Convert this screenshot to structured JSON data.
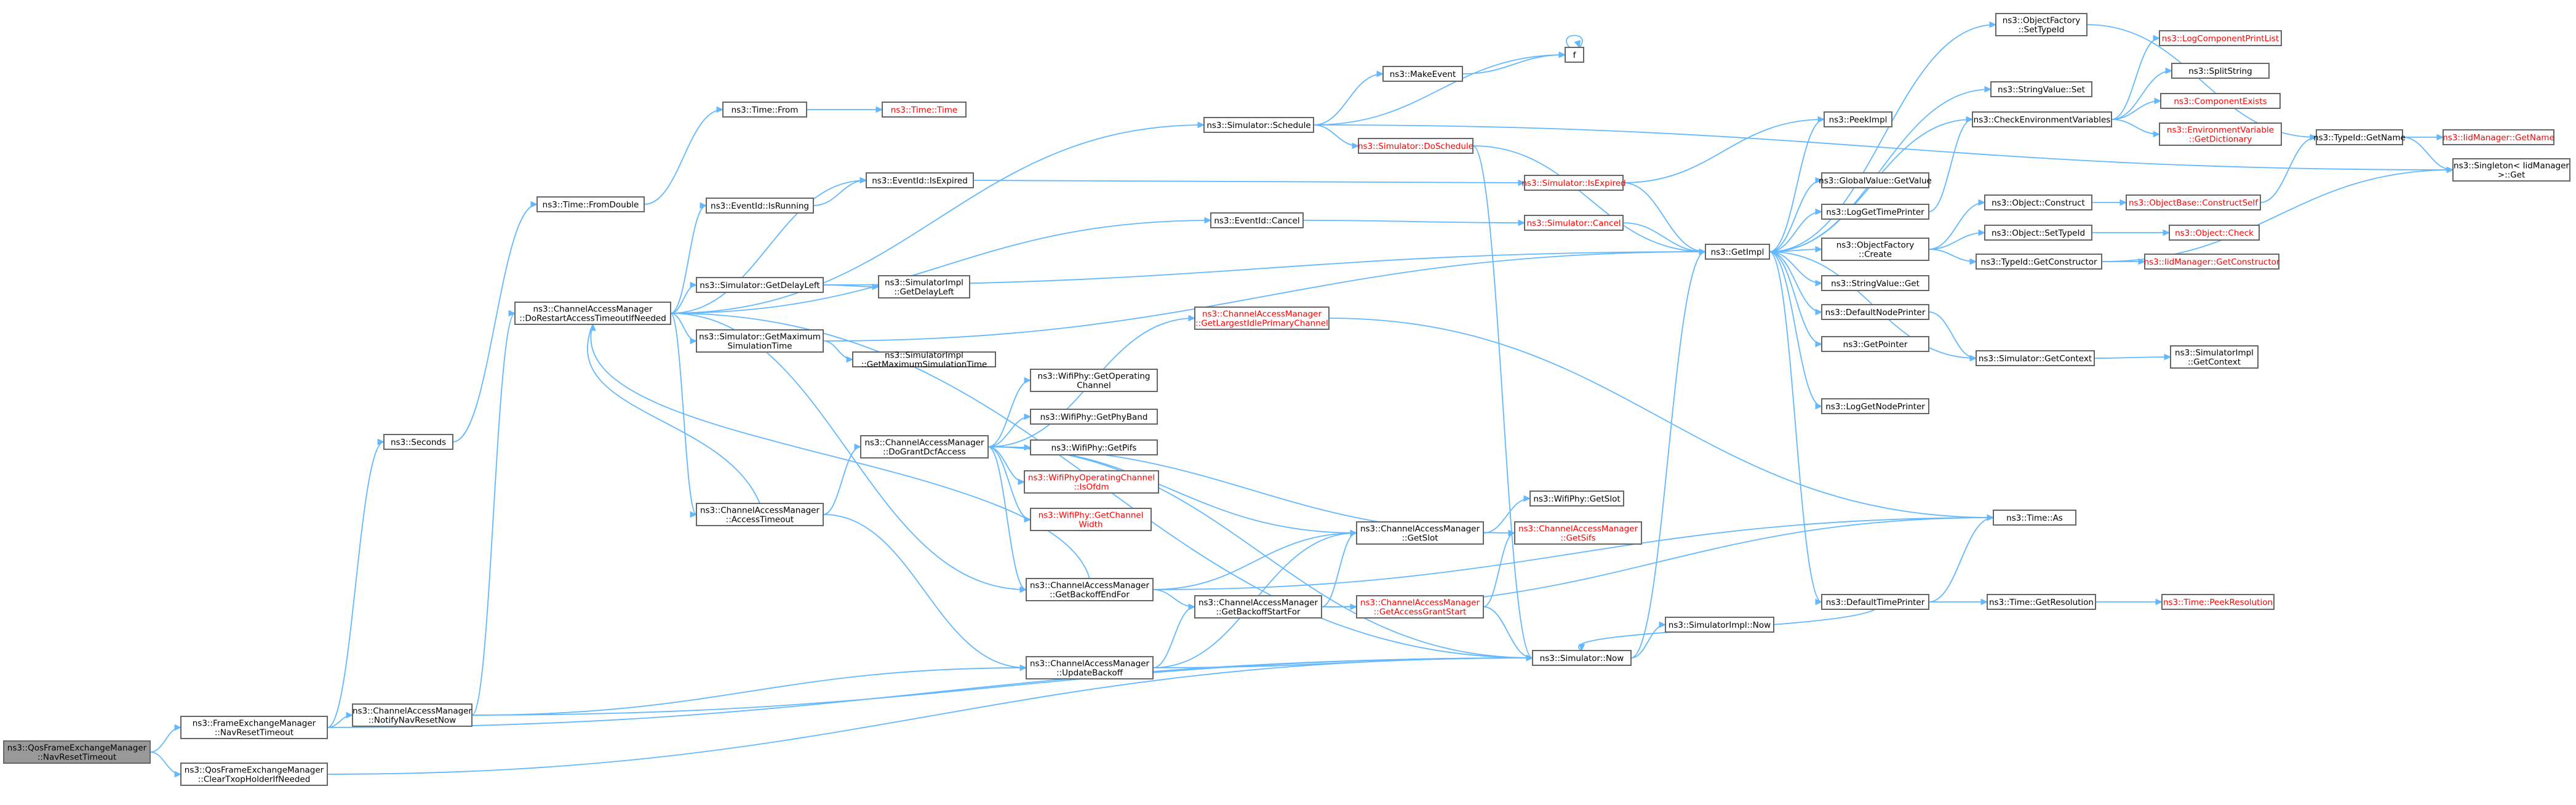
{
  "colors": {
    "background": "#ffffff",
    "node_fill": "#ffffff",
    "node_border": "#666666",
    "root_fill": "#999999",
    "root_border": "#666666",
    "external_border": "#ff0000",
    "text": "#000000",
    "external_text": "#ff0000",
    "edge": "#63B8FF"
  },
  "nodes": {
    "root": {
      "lines": [
        "ns3::QosFrameExchangeManager",
        "::NavResetTimeout"
      ],
      "kind": "root"
    },
    "fem_nav": {
      "lines": [
        "ns3::FrameExchangeManager",
        "::NavResetTimeout"
      ]
    },
    "qfem_clear": {
      "lines": [
        "ns3::QosFrameExchangeManager",
        "::ClearTxopHolderIfNeeded"
      ]
    },
    "seconds": {
      "lines": [
        "ns3::Seconds"
      ]
    },
    "notify_nav": {
      "lines": [
        "ns3::ChannelAccessManager",
        "::NotifyNavResetNow"
      ]
    },
    "fromdouble": {
      "lines": [
        "ns3::Time::FromDouble"
      ]
    },
    "time_from": {
      "lines": [
        "ns3::Time::From"
      ]
    },
    "time_time": {
      "lines": [
        "ns3::Time::Time"
      ],
      "kind": "external"
    },
    "do_restart": {
      "lines": [
        "ns3::ChannelAccessManager",
        "::DoRestartAccessTimeoutIfNeeded"
      ]
    },
    "evt_running": {
      "lines": [
        "ns3::EventId::IsRunning"
      ]
    },
    "evt_expired": {
      "lines": [
        "ns3::EventId::IsExpired"
      ]
    },
    "get_delay": {
      "lines": [
        "ns3::Simulator::GetDelayLeft"
      ]
    },
    "impl_delay": {
      "lines": [
        "ns3::SimulatorImpl",
        "::GetDelayLeft"
      ]
    },
    "get_maxsim": {
      "lines": [
        "ns3::Simulator::GetMaximum",
        "SimulationTime"
      ]
    },
    "impl_maxsim": {
      "lines": [
        "ns3::SimulatorImpl",
        "::GetMaximumSimulationTime"
      ]
    },
    "access_timeout": {
      "lines": [
        "ns3::ChannelAccessManager",
        "::AccessTimeout"
      ]
    },
    "grant_dcf": {
      "lines": [
        "ns3::ChannelAccessManager",
        "::DoGrantDcfAccess"
      ]
    },
    "get_opchan": {
      "lines": [
        "ns3::WifiPhy::GetOperating",
        "Channel"
      ]
    },
    "get_phyband": {
      "lines": [
        "ns3::WifiPhy::GetPhyBand"
      ]
    },
    "get_pifs": {
      "lines": [
        "ns3::WifiPhy::GetPifs"
      ]
    },
    "is_ofdm": {
      "lines": [
        "ns3::WifiPhyOperatingChannel",
        "::IsOfdm"
      ],
      "kind": "external"
    },
    "chan_width": {
      "lines": [
        "ns3::WifiPhy::GetChannel",
        "Width"
      ],
      "kind": "external"
    },
    "backoff_end": {
      "lines": [
        "ns3::ChannelAccessManager",
        "::GetBackoffEndFor"
      ]
    },
    "update_backoff": {
      "lines": [
        "ns3::ChannelAccessManager",
        "::UpdateBackoff"
      ]
    },
    "schedule": {
      "lines": [
        "ns3::Simulator::Schedule"
      ]
    },
    "make_event": {
      "lines": [
        "ns3::MakeEvent"
      ]
    },
    "f": {
      "lines": [
        "f"
      ]
    },
    "do_schedule": {
      "lines": [
        "ns3::Simulator::DoSchedule"
      ],
      "kind": "external"
    },
    "evt_cancel": {
      "lines": [
        "ns3::EventId::Cancel"
      ]
    },
    "largest_idle": {
      "lines": [
        "ns3::ChannelAccessManager",
        "::GetLargestIdlePrimaryChannel"
      ],
      "kind": "external"
    },
    "backoff_start": {
      "lines": [
        "ns3::ChannelAccessManager",
        "::GetBackoffStartFor"
      ]
    },
    "cam_getslot": {
      "lines": [
        "ns3::ChannelAccessManager",
        "::GetSlot"
      ]
    },
    "phy_getslot": {
      "lines": [
        "ns3::WifiPhy::GetSlot"
      ]
    },
    "cam_getsifs": {
      "lines": [
        "ns3::ChannelAccessManager",
        "::GetSifs"
      ],
      "kind": "external"
    },
    "access_grant": {
      "lines": [
        "ns3::ChannelAccessManager",
        "::GetAccessGrantStart"
      ],
      "kind": "external"
    },
    "sim_isexpired": {
      "lines": [
        "ns3::Simulator::IsExpired"
      ],
      "kind": "external"
    },
    "sim_cancel": {
      "lines": [
        "ns3::Simulator::Cancel"
      ],
      "kind": "external"
    },
    "sim_now": {
      "lines": [
        "ns3::Simulator::Now"
      ]
    },
    "impl_now": {
      "lines": [
        "ns3::SimulatorImpl::Now"
      ]
    },
    "getimpl": {
      "lines": [
        "ns3::GetImpl"
      ]
    },
    "peekimpl": {
      "lines": [
        "ns3::PeekImpl"
      ]
    },
    "gv_getvalue": {
      "lines": [
        "ns3::GlobalValue::GetValue"
      ]
    },
    "log_time": {
      "lines": [
        "ns3::LogGetTimePrinter"
      ]
    },
    "of_create": {
      "lines": [
        "ns3::ObjectFactory",
        "::Create"
      ]
    },
    "sv_get": {
      "lines": [
        "ns3::StringValue::Get"
      ]
    },
    "def_node": {
      "lines": [
        "ns3::DefaultNodePrinter"
      ]
    },
    "getpointer": {
      "lines": [
        "ns3::GetPointer"
      ]
    },
    "log_node": {
      "lines": [
        "ns3::LogGetNodePrinter"
      ]
    },
    "def_time": {
      "lines": [
        "ns3::DefaultTimePrinter"
      ]
    },
    "of_settypeid": {
      "lines": [
        "ns3::ObjectFactory",
        "::SetTypeId"
      ]
    },
    "sv_set": {
      "lines": [
        "ns3::StringValue::Set"
      ]
    },
    "check_env": {
      "lines": [
        "ns3::CheckEnvironmentVariables"
      ]
    },
    "obj_construct": {
      "lines": [
        "ns3::Object::Construct"
      ]
    },
    "obj_settypeid": {
      "lines": [
        "ns3::Object::SetTypeId"
      ]
    },
    "tid_getctor": {
      "lines": [
        "ns3::TypeId::GetConstructor"
      ]
    },
    "sim_getctx": {
      "lines": [
        "ns3::Simulator::GetContext"
      ]
    },
    "time_as": {
      "lines": [
        "ns3::Time::As"
      ]
    },
    "time_getres": {
      "lines": [
        "ns3::Time::GetResolution"
      ]
    },
    "log_comp": {
      "lines": [
        "ns3::LogComponentPrintList"
      ],
      "kind": "external"
    },
    "split": {
      "lines": [
        "ns3::SplitString"
      ]
    },
    "comp_exists": {
      "lines": [
        "ns3::ComponentExists"
      ],
      "kind": "external"
    },
    "env_dict": {
      "lines": [
        "ns3::EnvironmentVariable",
        "::GetDictionary"
      ],
      "kind": "external"
    },
    "ob_construct": {
      "lines": [
        "ns3::ObjectBase::ConstructSelf"
      ],
      "kind": "external"
    },
    "obj_check": {
      "lines": [
        "ns3::Object::Check"
      ],
      "kind": "external"
    },
    "idm_getctor": {
      "lines": [
        "ns3::IidManager::GetConstructor"
      ],
      "kind": "external"
    },
    "impl_getctx": {
      "lines": [
        "ns3::SimulatorImpl",
        "::GetContext"
      ]
    },
    "peek_res": {
      "lines": [
        "ns3::Time::PeekResolution"
      ],
      "kind": "external"
    },
    "tid_getname": {
      "lines": [
        "ns3::TypeId::GetName"
      ]
    },
    "idm_getname": {
      "lines": [
        "ns3::IidManager::GetName"
      ],
      "kind": "external"
    },
    "singleton": {
      "lines": [
        "ns3::Singleton< IidManager",
        ">::Get"
      ]
    }
  }
}
